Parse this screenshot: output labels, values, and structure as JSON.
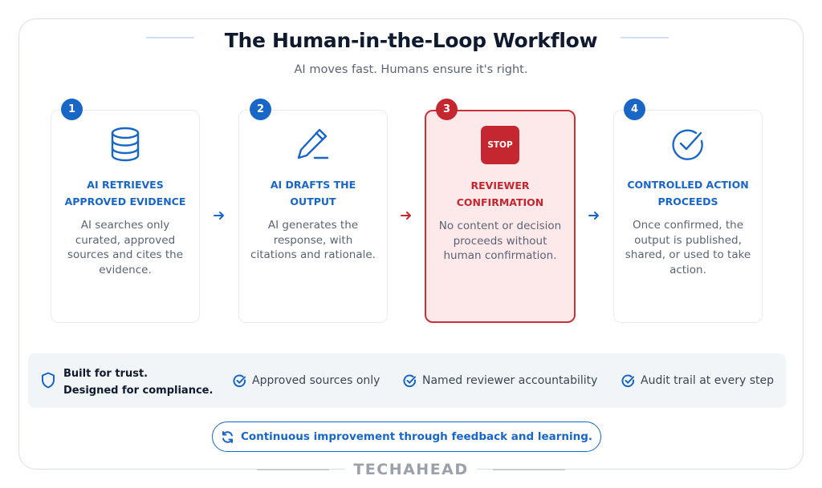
{
  "header": {
    "title": "The Human-in-the-Loop Workflow",
    "subtitle": "AI moves fast. Humans ensure it's right."
  },
  "steps": [
    {
      "number": "1",
      "title_line1": "AI RETRIEVES",
      "title_line2": "APPROVED EVIDENCE",
      "description": "AI searches only curated, approved sources and cites the evidence.",
      "icon": "database-icon",
      "color": "#1866c6"
    },
    {
      "number": "2",
      "title_line1": "AI DRAFTS THE",
      "title_line2": "OUTPUT",
      "description": "AI generates the response, with citations and rationale.",
      "icon": "pen-icon",
      "color": "#1866c6"
    },
    {
      "number": "3",
      "title_line1": "REVIEWER",
      "title_line2": "CONFIRMATION",
      "description": "No content or decision proceeds without human confirmation.",
      "icon": "stop-sign-icon",
      "icon_label": "STOP",
      "color": "#c4272f"
    },
    {
      "number": "4",
      "title_line1": "CONTROLLED ACTION",
      "title_line2": "PROCEEDS",
      "description": "Once confirmed, the output is published, shared, or used to take action.",
      "icon": "check-circle-icon",
      "color": "#1866c6"
    }
  ],
  "trust_bar": {
    "icon": "shield-icon",
    "line1": "Built for trust.",
    "line2": "Designed for compliance.",
    "features": [
      "Approved sources only",
      "Named reviewer accountability",
      "Audit trail at every step"
    ]
  },
  "footer_pill": {
    "icon": "refresh-icon",
    "text": "Continuous improvement through feedback and learning."
  },
  "brand": "TECHAHEAD",
  "colors": {
    "accent_blue": "#1866c6",
    "alert_red": "#c4272f",
    "alert_bg": "#fde8ea",
    "muted_text": "#5a6474"
  }
}
